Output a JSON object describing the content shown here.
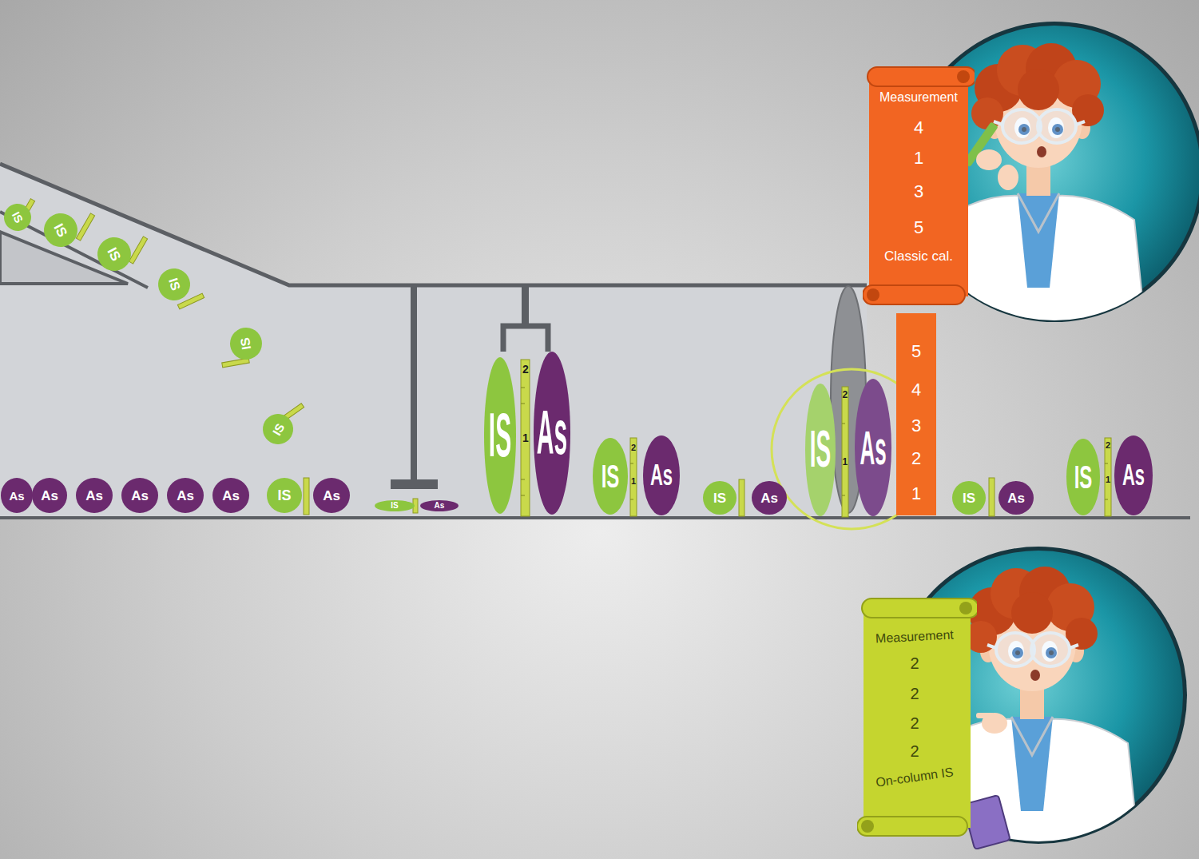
{
  "diagram": {
    "nodes": [
      {
        "text": [
          "IS"
        ]
      },
      {
        "text": [
          "IS"
        ]
      },
      {
        "text": [
          "IS"
        ]
      },
      {
        "text": [
          "IS"
        ]
      },
      {
        "text": [
          "IS"
        ]
      },
      {
        "text": [
          "IS"
        ]
      },
      {
        "text": [
          "As"
        ]
      },
      {
        "text": [
          "As"
        ]
      },
      {
        "text": [
          "As"
        ]
      },
      {
        "text": [
          "As"
        ]
      },
      {
        "text": [
          "As"
        ]
      },
      {
        "text": [
          "As"
        ]
      },
      {
        "text": [
          "IS"
        ]
      },
      {
        "text": [
          "As"
        ]
      },
      {
        "text": [
          "IS"
        ]
      },
      {
        "text": [
          "As"
        ]
      },
      {
        "text": [
          "IS"
        ]
      },
      {
        "text": [
          "As"
        ]
      },
      {
        "text": [
          "IS"
        ]
      },
      {
        "text": [
          "As"
        ]
      },
      {
        "text": [
          "IS"
        ]
      },
      {
        "text": [
          "As"
        ]
      },
      {
        "text": [
          "IS"
        ]
      },
      {
        "text": [
          "As"
        ]
      },
      {
        "text": [
          "5",
          "4",
          "3",
          "2",
          "1"
        ]
      },
      {
        "text": [
          "IS"
        ]
      },
      {
        "text": [
          "As"
        ]
      },
      {
        "text": [
          "IS"
        ]
      },
      {
        "text": [
          "As"
        ]
      },
      {
        "text": [
          "Measurement",
          "4",
          "1",
          "3",
          "5",
          "Classic cal."
        ]
      },
      {
        "text": [
          "Measurement",
          "2",
          "2",
          "2",
          "2",
          "On-column IS"
        ]
      }
    ],
    "labels": [
      "2",
      "1",
      "2",
      "1",
      "2",
      "1",
      "2",
      "1"
    ]
  }
}
